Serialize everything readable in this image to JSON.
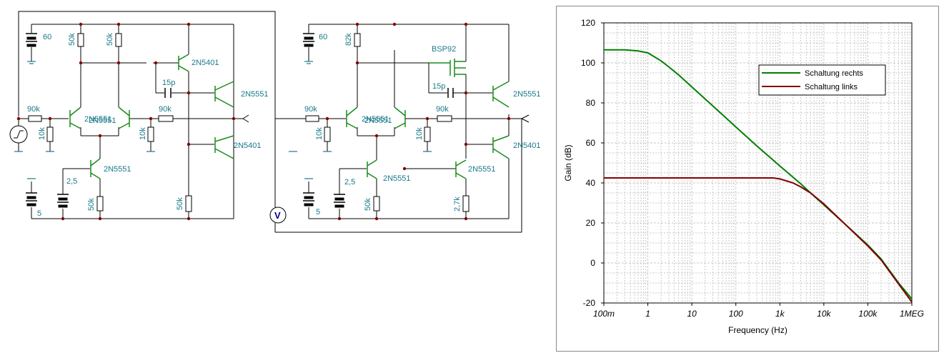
{
  "left_circuit": {
    "supply_v1": "60",
    "supply_v2": "5",
    "bias_v": "2,5",
    "r_in": "90k",
    "r_gnd1": "10k",
    "r_fb": "90k",
    "r_gnd2": "10k",
    "r_c1": "50k",
    "r_c2": "50k",
    "r_e": "50k",
    "r_vas": "50k",
    "cap": "15p",
    "q_pair1": "2N5551",
    "q_pair2": "2N5551",
    "q_tail": "2N5551",
    "q_vas": "2N5401",
    "q_out_top": "2N5551",
    "q_out_bot": "2N5401"
  },
  "right_circuit": {
    "supply_v1": "60",
    "supply_v2": "5",
    "bias_v": "2,5",
    "r_in": "90k",
    "r_gnd1": "10k",
    "r_fb": "90k",
    "r_gnd2": "10k",
    "r_c1": "82k",
    "r_e": "50k",
    "r_vas": "2,7k",
    "cap": "15p",
    "q_pair1": "2N5551",
    "q_pair2": "2N5551",
    "q_tail": "2N5551",
    "q_vas2": "2N5551",
    "mosfet": "BSP92",
    "q_out_top": "2N5551",
    "q_out_bot": "2N5401"
  },
  "meter_label": "V",
  "chart_data": {
    "type": "line",
    "xlabel": "Frequency (Hz)",
    "ylabel": "Gain (dB)",
    "xscale": "log",
    "xlim": [
      0.1,
      1000000
    ],
    "ylim": [
      -20,
      120
    ],
    "xticks": [
      0.1,
      1,
      10,
      100,
      1000,
      10000,
      100000,
      1000000
    ],
    "xtick_labels": [
      "100m",
      "1",
      "10",
      "100",
      "1k",
      "10k",
      "100k",
      "1MEG"
    ],
    "yticks": [
      -20,
      0,
      20,
      40,
      60,
      80,
      100,
      120
    ],
    "grid": true,
    "legend_position": "top-right",
    "series": [
      {
        "name": "Schaltung rechts",
        "color": "#008000",
        "x": [
          0.1,
          0.3,
          0.6,
          1,
          2,
          3,
          5,
          10,
          30,
          100,
          300,
          1000,
          3000,
          5000,
          10000,
          30000,
          100000,
          200000,
          500000,
          1000000
        ],
        "y": [
          106.5,
          106.5,
          106.0,
          105.0,
          101.0,
          98.0,
          94.0,
          88.0,
          78.5,
          68.0,
          58.5,
          48.5,
          39.5,
          35.0,
          29.0,
          19.5,
          9.0,
          2.0,
          -10.0,
          -18.0
        ]
      },
      {
        "name": "Schaltung links",
        "color": "#800000",
        "x": [
          0.1,
          1,
          10,
          100,
          300,
          700,
          1000,
          2000,
          3000,
          5000,
          10000,
          30000,
          100000,
          200000,
          500000,
          1000000
        ],
        "y": [
          42.5,
          42.5,
          42.5,
          42.5,
          42.5,
          42.5,
          42.0,
          40.0,
          38.0,
          35.0,
          29.5,
          19.5,
          8.5,
          1.5,
          -10.5,
          -19.5
        ]
      }
    ]
  }
}
